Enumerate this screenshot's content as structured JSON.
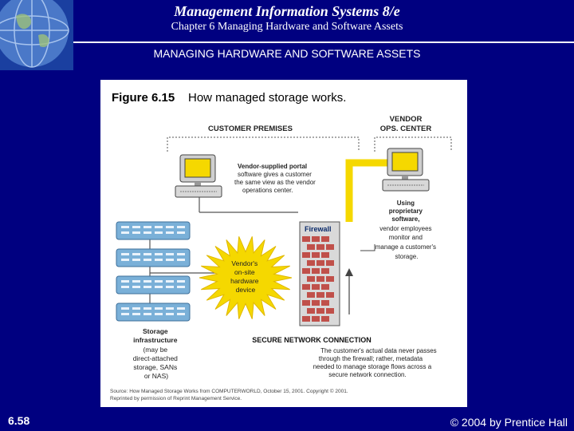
{
  "header": {
    "title": "Management Information Systems 8/e",
    "subtitle": "Chapter 6 Managing Hardware and Software Assets"
  },
  "slide_heading": "MANAGING HARDWARE AND SOFTWARE ASSETS",
  "figure": {
    "number": "Figure 6.15",
    "caption": "How managed storage works.",
    "customer_premises": "CUSTOMER PREMISES",
    "vendor_center": [
      "VENDOR",
      "OPS. CENTER"
    ],
    "portal_text": [
      "Vendor-supplied portal",
      "software gives a customer",
      "the same view as the vendor",
      "operations center."
    ],
    "proprietary_text": [
      "Using",
      "proprietary",
      "software,",
      "vendor employees",
      "monitor and",
      "manage a customer's",
      "storage."
    ],
    "firewall": "Firewall",
    "device_text": [
      "Vendor's",
      "on-site",
      "hardware",
      "device"
    ],
    "storage_text": [
      "Storage",
      "infrastructure",
      "(may be",
      "direct-attached",
      "storage, SANs",
      "or NAS)"
    ],
    "secure_title": "SECURE NETWORK CONNECTION",
    "secure_text": [
      "The customer's actual data never passes",
      "through the firewall; rather, metadata",
      "needed to manage storage flows across a",
      "secure network connection."
    ],
    "source": [
      "Source: How Managed Storage Works from COMPUTERWORLD, October 15, 2001. Copyright © 2001.",
      "Reprinted by permission of Reprint Management Service."
    ]
  },
  "footer": {
    "slide_number": "6.58",
    "copyright": "© 2004 by Prentice Hall"
  },
  "colors": {
    "background": "#000080",
    "yellow": "#f5d800",
    "brick": "#c0504a",
    "storage_blue": "#7ab0d8"
  }
}
